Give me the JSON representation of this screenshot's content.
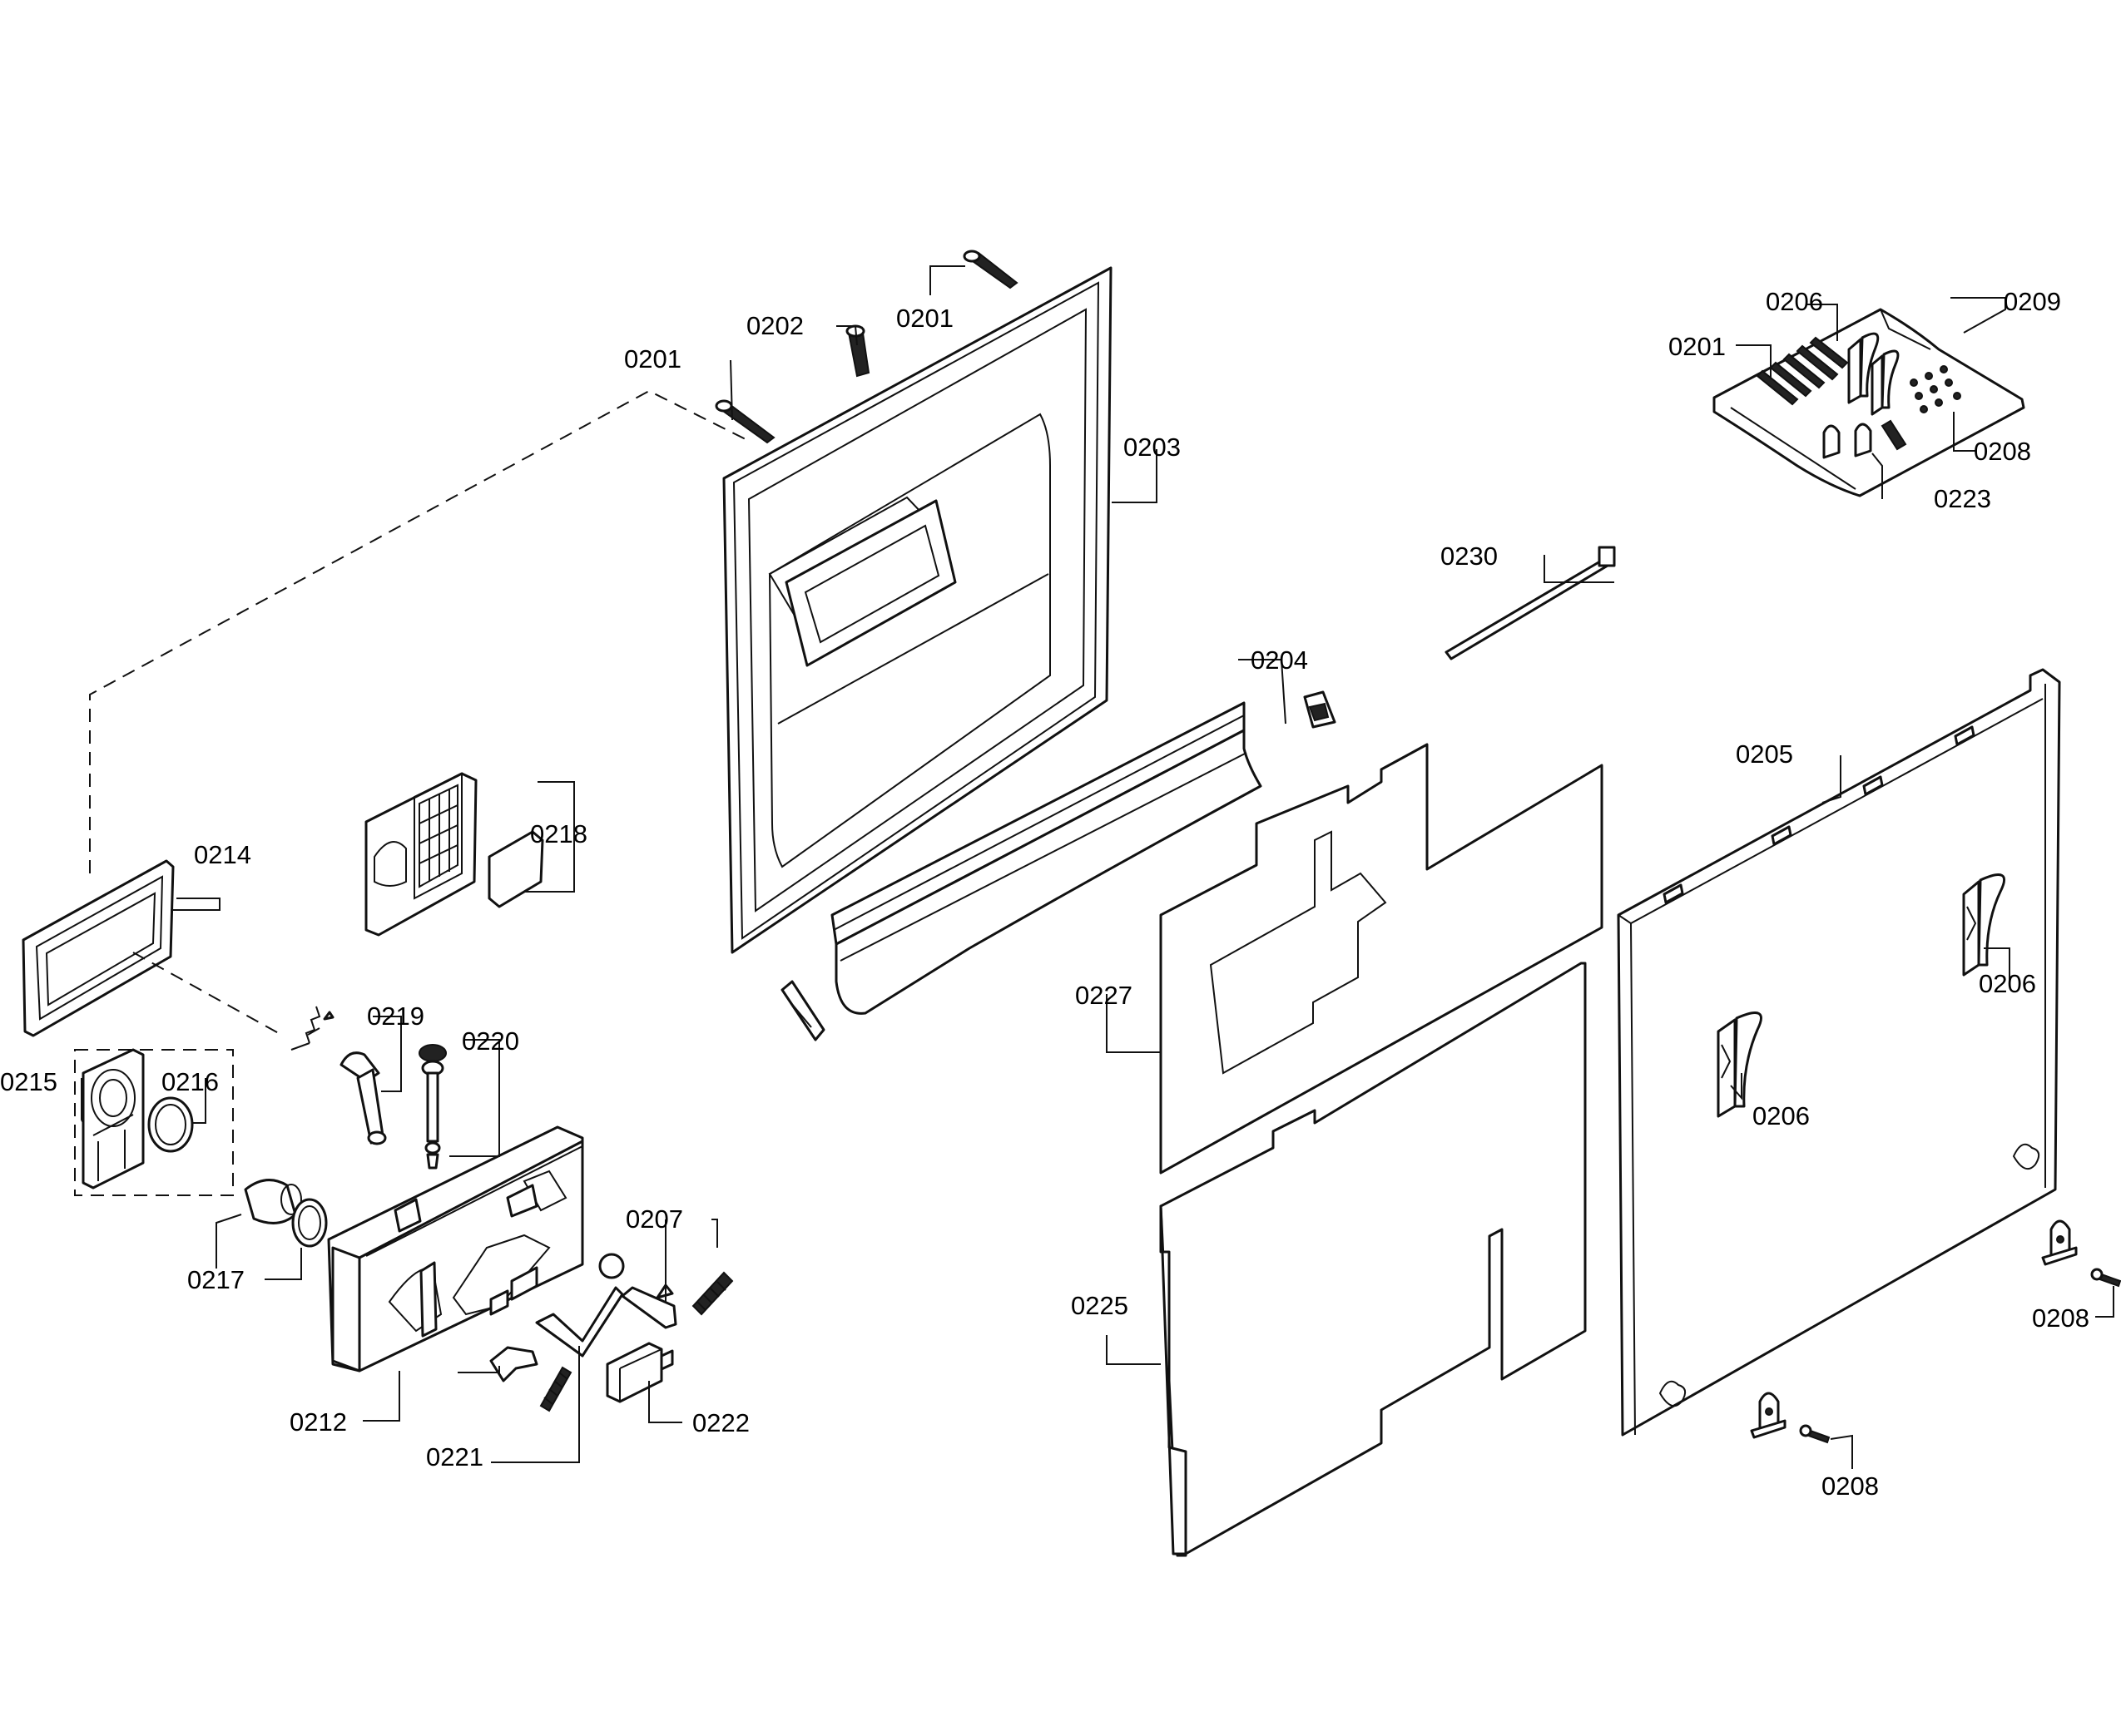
{
  "callouts": [
    {
      "id": "c1",
      "text": "0201"
    },
    {
      "id": "c2",
      "text": "0202"
    },
    {
      "id": "c3",
      "text": "0201"
    },
    {
      "id": "c4",
      "text": "0203"
    },
    {
      "id": "c5",
      "text": "0206"
    },
    {
      "id": "c6",
      "text": "0209"
    },
    {
      "id": "c7",
      "text": "0201"
    },
    {
      "id": "c8",
      "text": "0208"
    },
    {
      "id": "c9",
      "text": "0223"
    },
    {
      "id": "c10",
      "text": "0230"
    },
    {
      "id": "c11",
      "text": "0204"
    },
    {
      "id": "c12",
      "text": "0205"
    },
    {
      "id": "c13",
      "text": "0214"
    },
    {
      "id": "c14",
      "text": "0218"
    },
    {
      "id": "c15",
      "text": "0227"
    },
    {
      "id": "c16",
      "text": "0206"
    },
    {
      "id": "c17",
      "text": "0219"
    },
    {
      "id": "c18",
      "text": "0220"
    },
    {
      "id": "c19",
      "text": "0215"
    },
    {
      "id": "c20",
      "text": "0216"
    },
    {
      "id": "c21",
      "text": "0206"
    },
    {
      "id": "c22",
      "text": "0207"
    },
    {
      "id": "c23",
      "text": "0217"
    },
    {
      "id": "c24",
      "text": "0225"
    },
    {
      "id": "c25",
      "text": "0208"
    },
    {
      "id": "c26",
      "text": "0212"
    },
    {
      "id": "c27",
      "text": "0222"
    },
    {
      "id": "c28",
      "text": "0221"
    },
    {
      "id": "c29",
      "text": "0208"
    }
  ]
}
